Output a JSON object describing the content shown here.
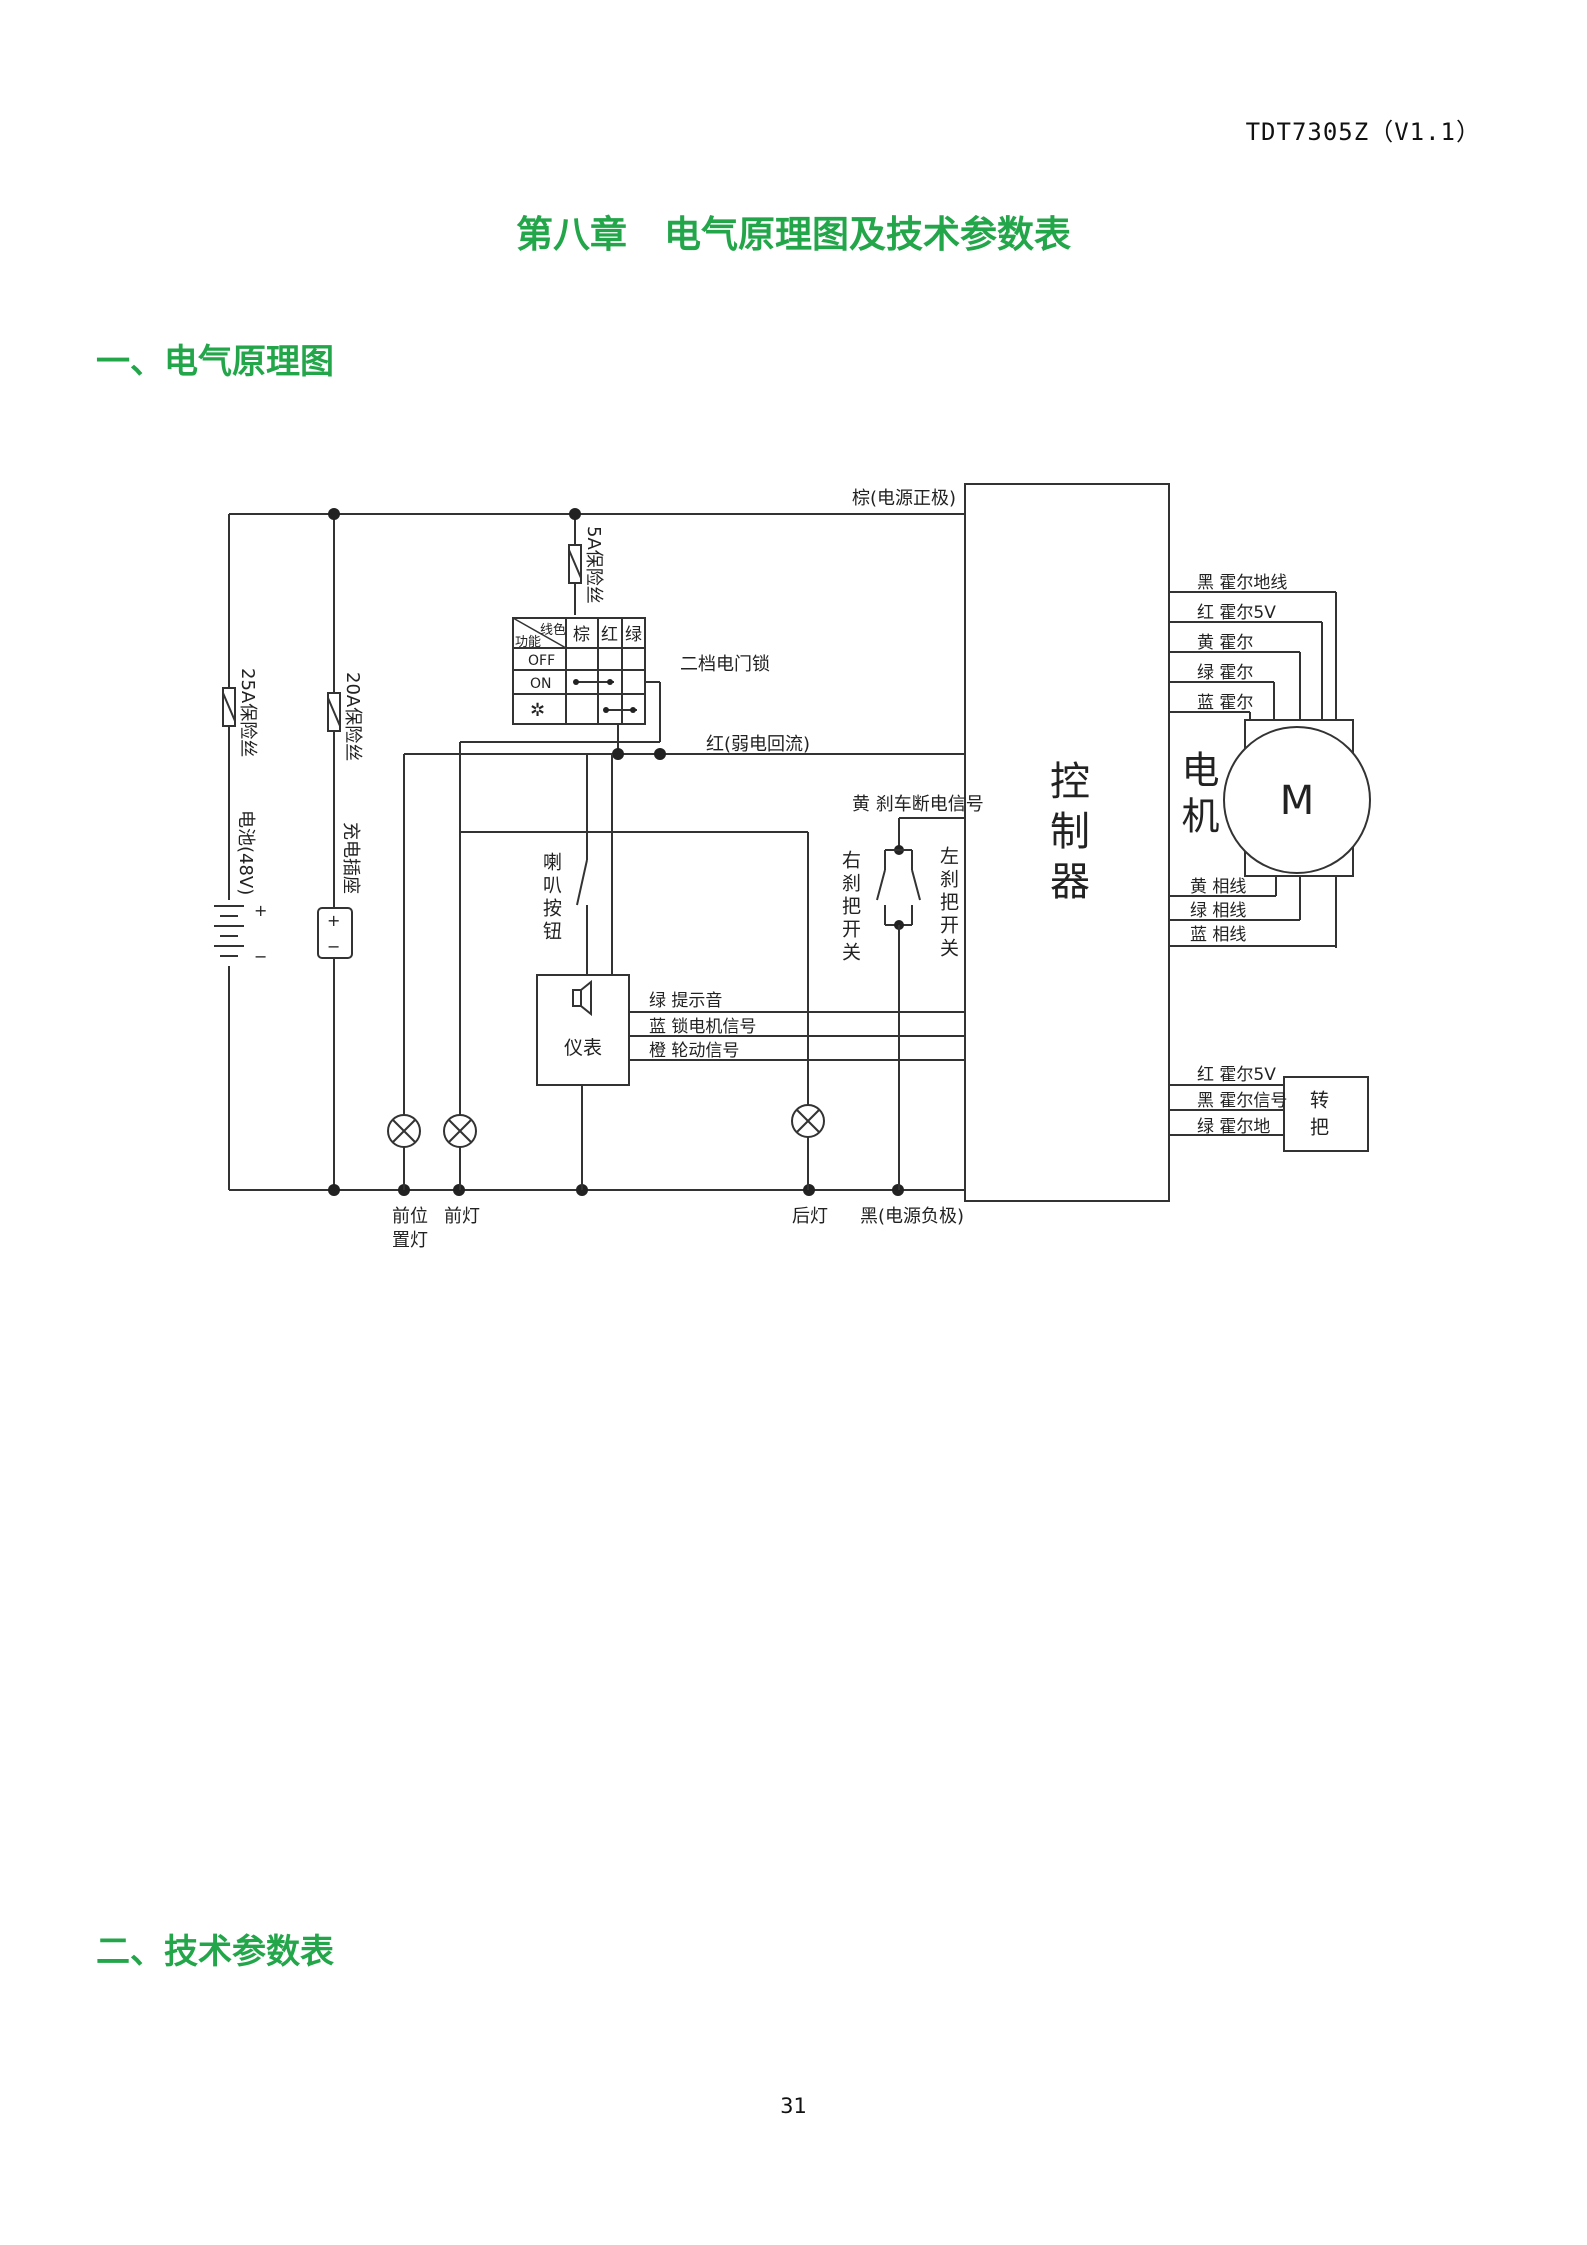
{
  "header": {
    "doc_code": "TDT7305Z（V1.1）"
  },
  "chapter_title": "第八章　电气原理图及技术参数表",
  "sections": [
    {
      "title": "一、电气原理图"
    },
    {
      "title": "二、技术参数表"
    }
  ],
  "diagram": {
    "brown_positive": "棕(电源正极)",
    "fuse_5a": "5A保险丝",
    "fuse_25a": "25A保险丝",
    "fuse_20a": "20A保险丝",
    "battery": "电池(48V)",
    "charge_port": "充电插座",
    "lock_table": {
      "corner_top": "线色",
      "corner_bottom": "功能",
      "cols": [
        "棕",
        "红",
        "绿"
      ],
      "rows": [
        "OFF",
        "ON",
        "✲"
      ]
    },
    "lock_name": "二档电门锁",
    "red_weak": "红(弱电回流)",
    "yellow_brake": "黄 刹车断电信号",
    "horn_button": "喇叭按钮",
    "right_brake": "右刹把开关",
    "left_brake": "左刹把开关",
    "controller": "控制器",
    "motor_label": "电机",
    "motor_symbol": "M",
    "hall_wires": [
      "黑 霍尔地线",
      "红 霍尔5V",
      "黄 霍尔",
      "绿 霍尔",
      "蓝 霍尔"
    ],
    "phase_wires": [
      "黄 相线",
      "绿 相线",
      "蓝 相线"
    ],
    "meter": "仪表",
    "meter_wires": [
      "绿 提示音",
      "蓝 锁电机信号",
      "橙 轮动信号"
    ],
    "throttle_wires": [
      "红 霍尔5V",
      "黑 霍尔信号",
      "绿 霍尔地"
    ],
    "throttle": "转把",
    "front_position_lamp": "前位置灯",
    "front_lamp": "前灯",
    "rear_lamp": "后灯",
    "black_negative": "黑(电源负极)"
  },
  "page_number": "31"
}
